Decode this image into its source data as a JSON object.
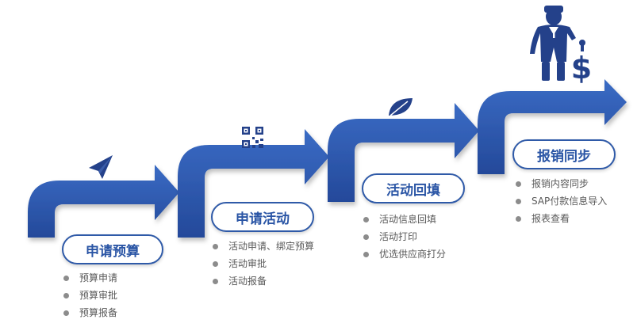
{
  "steps": [
    {
      "title": "申请预算",
      "items": [
        "预算申请",
        "预算审批",
        "预算报备"
      ],
      "icon": "paper-plane-icon"
    },
    {
      "title": "申请活动",
      "items": [
        "活动申请、绑定预算",
        "活动审批",
        "活动报备"
      ],
      "icon": "qr-code-icon"
    },
    {
      "title": "活动回填",
      "items": [
        "活动信息回填",
        "活动打印",
        "优选供应商打分"
      ],
      "icon": "leaf-icon"
    },
    {
      "title": "报销同步",
      "items": [
        "报销内容同步",
        "SAP付款信息导入",
        "报表查看"
      ],
      "icon": "businessman-dollar-icon"
    }
  ],
  "colors": {
    "arrow": "#2c5bb2",
    "arrow_dark": "#1f4593",
    "pill_border": "#2f5aa8",
    "pill_text": "#2a55a5",
    "bullet_text": "#595959",
    "bullet_dot": "#8c8c8c",
    "icon": "#24418a"
  }
}
